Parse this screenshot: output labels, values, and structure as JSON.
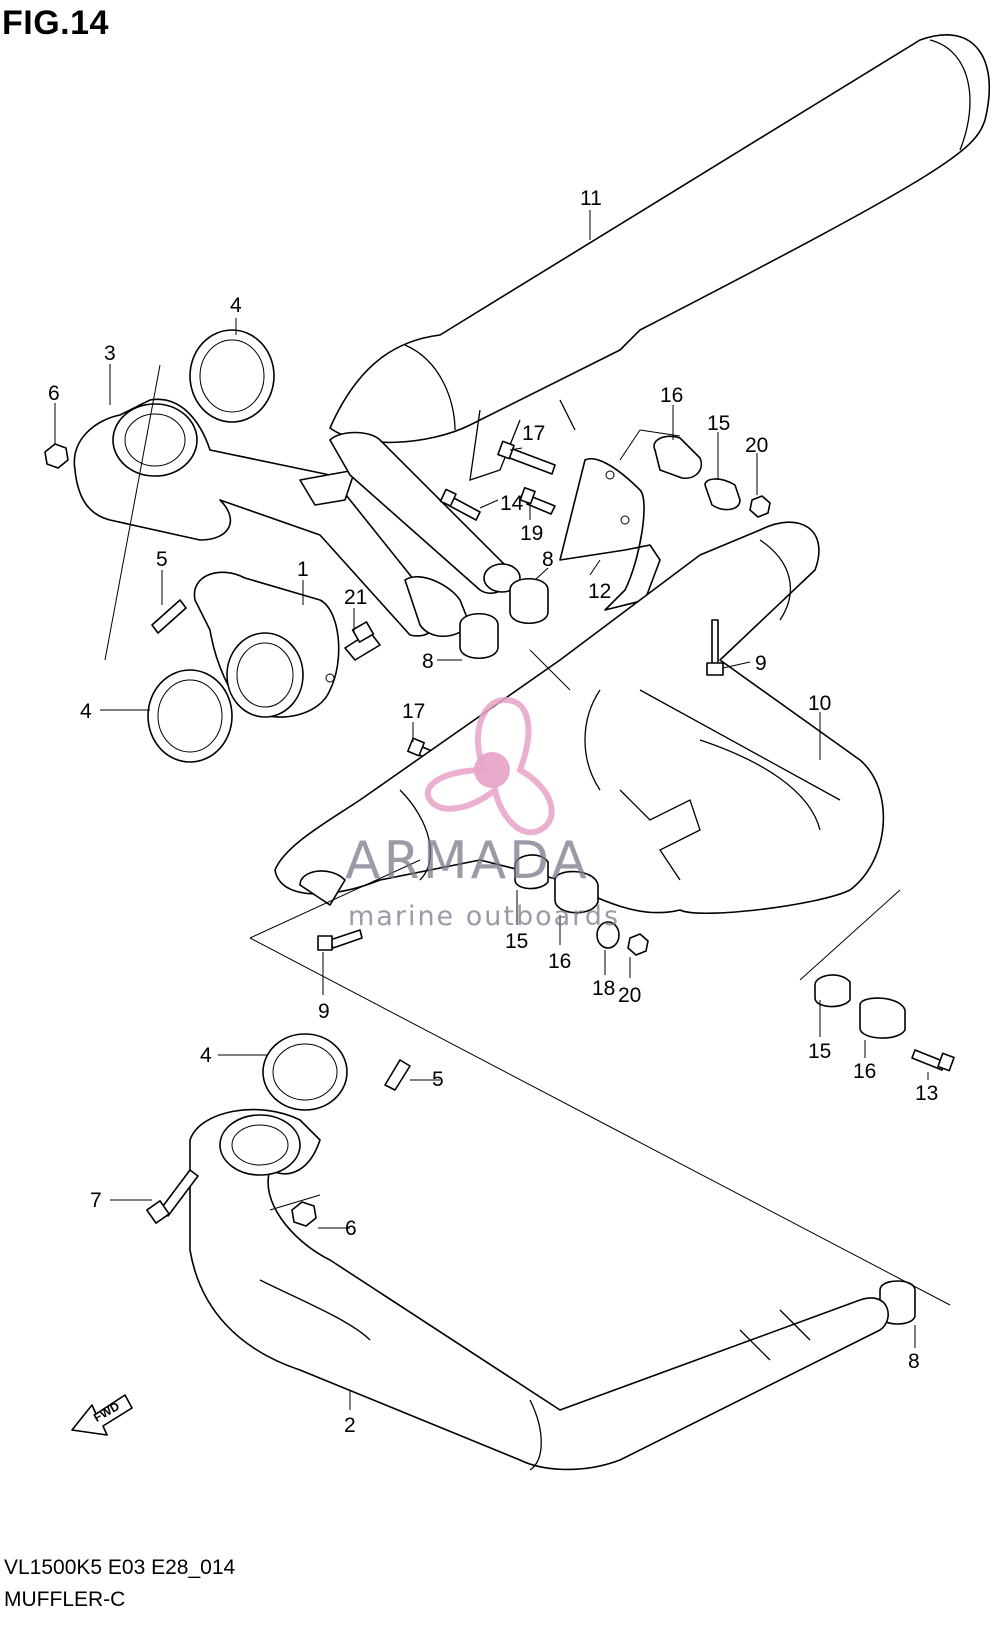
{
  "figure_title": "FIG.14",
  "model_code": "VL1500K5 E03 E28_014",
  "section_name": "MUFFLER-C",
  "fwd_label": "FWD",
  "watermark": {
    "brand": "ARMADA",
    "tagline": "marine outboards",
    "color": "#e7a2c7"
  },
  "callouts": [
    {
      "id": "c11a",
      "text": "11"
    },
    {
      "id": "c4a",
      "text": "4"
    },
    {
      "id": "c3",
      "text": "3"
    },
    {
      "id": "c6a",
      "text": "6"
    },
    {
      "id": "c16a",
      "text": "16"
    },
    {
      "id": "c15a",
      "text": "15"
    },
    {
      "id": "c20a",
      "text": "20"
    },
    {
      "id": "c17a",
      "text": "17"
    },
    {
      "id": "c14",
      "text": "14"
    },
    {
      "id": "c19",
      "text": "19"
    },
    {
      "id": "c8a",
      "text": "8"
    },
    {
      "id": "c12",
      "text": "12"
    },
    {
      "id": "c5a",
      "text": "5"
    },
    {
      "id": "c1",
      "text": "1"
    },
    {
      "id": "c21",
      "text": "21"
    },
    {
      "id": "c8b",
      "text": "8"
    },
    {
      "id": "c9a",
      "text": "9"
    },
    {
      "id": "c4b",
      "text": "4"
    },
    {
      "id": "c17b",
      "text": "17"
    },
    {
      "id": "c10",
      "text": "10"
    },
    {
      "id": "c15b",
      "text": "15"
    },
    {
      "id": "c16b",
      "text": "16"
    },
    {
      "id": "c18",
      "text": "18"
    },
    {
      "id": "c20b",
      "text": "20"
    },
    {
      "id": "c9b",
      "text": "9"
    },
    {
      "id": "c15c",
      "text": "15"
    },
    {
      "id": "c16c",
      "text": "16"
    },
    {
      "id": "c13",
      "text": "13"
    },
    {
      "id": "c4c",
      "text": "4"
    },
    {
      "id": "c5b",
      "text": "5"
    },
    {
      "id": "c7",
      "text": "7"
    },
    {
      "id": "c6b",
      "text": "6"
    },
    {
      "id": "c8c",
      "text": "8"
    },
    {
      "id": "c2",
      "text": "2"
    }
  ]
}
